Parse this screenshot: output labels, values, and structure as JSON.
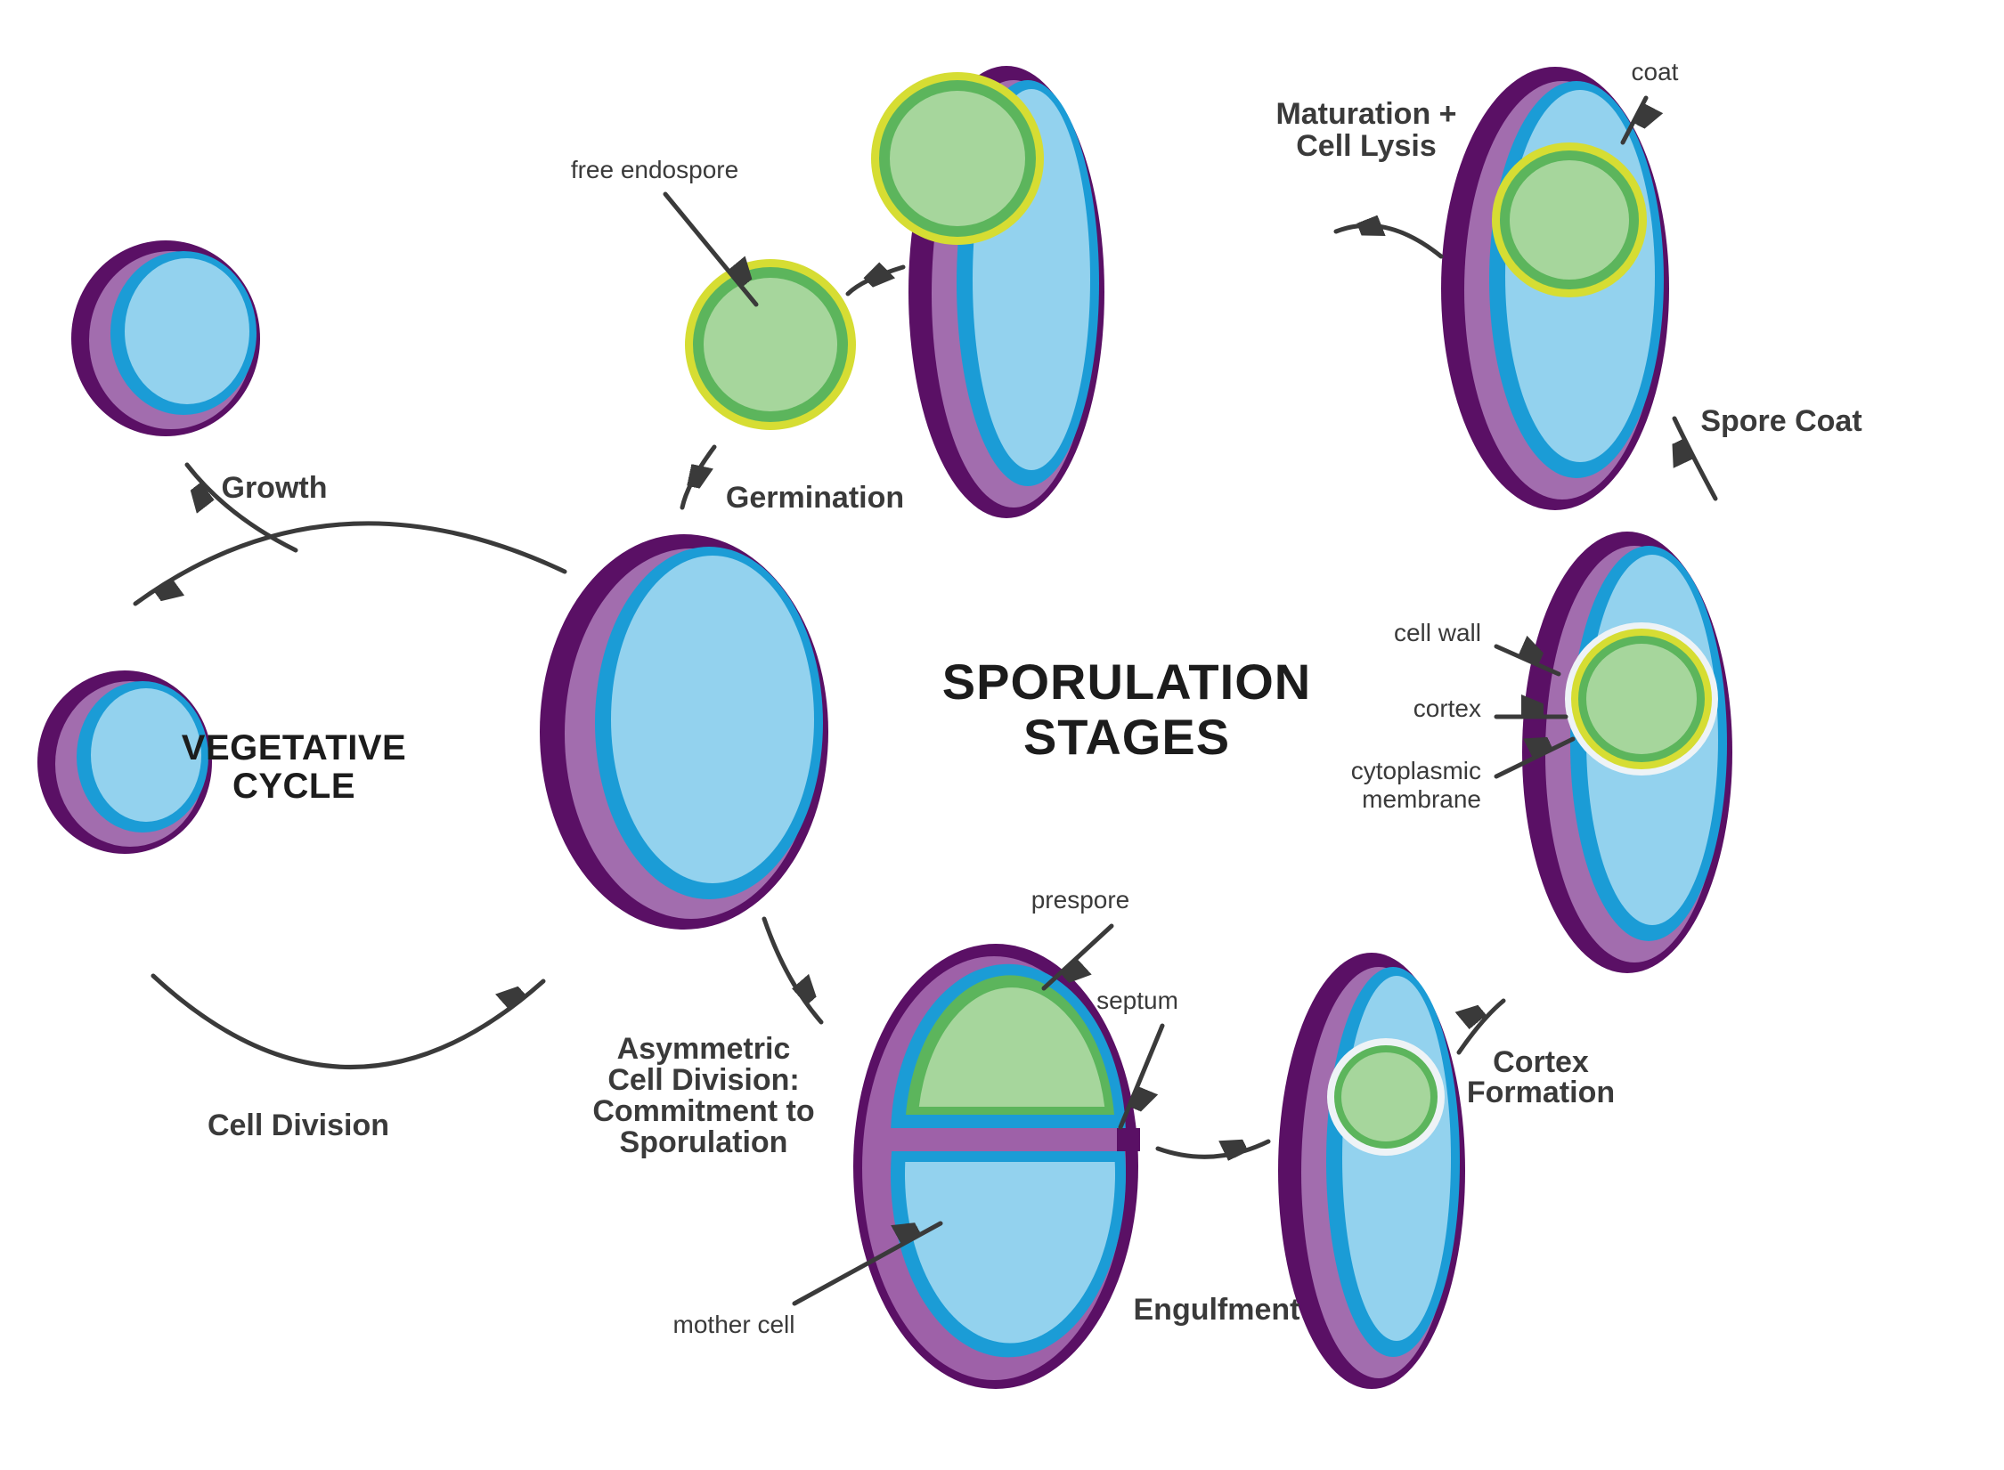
{
  "title": {
    "line1": "SPORULATION",
    "line2": "STAGES"
  },
  "vegetative_cycle": {
    "label_line1": "VEGETATIVE",
    "label_line2": "CYCLE",
    "growth_label": "Growth",
    "cell_division_label": "Cell Division"
  },
  "sporulation_stages": {
    "asymmetric_line1": "Asymmetric",
    "asymmetric_line2": "Cell Division:",
    "asymmetric_line3": "Commitment to",
    "asymmetric_line4": "Sporulation",
    "engulfment_label": "Engulfment",
    "cortex_line1": "Cortex",
    "cortex_line2": "Formation",
    "spore_coat_label": "Spore Coat",
    "maturation_line1": "Maturation +",
    "maturation_line2": "Cell Lysis",
    "germination_label": "Germination"
  },
  "annotations": {
    "free_endospore": "free endospore",
    "coat": "coat",
    "cell_wall": "cell wall",
    "cortex": "cortex",
    "cytoplasmic_line1": "cytoplasmic",
    "cytoplasmic_line2": "membrane",
    "prespore": "prespore",
    "septum": "septum",
    "mother_cell": "mother cell"
  },
  "icons": [
    "arrow-growth-icon",
    "arrow-vegetative-cycle-icon",
    "arrow-cell-division-icon",
    "arrow-free-endospore-icon",
    "arrow-germination-icon",
    "arrow-release-endospore-icon",
    "arrow-maturation-to-lysis-icon",
    "arrow-coat-icon",
    "arrow-spore-coat-icon",
    "arrow-cell-wall-icon",
    "arrow-cortex-icon",
    "arrow-cytoplasmic-membrane-icon",
    "arrow-prespore-icon",
    "arrow-septum-icon",
    "arrow-mother-cell-icon",
    "arrow-to-asymmetric-division-icon",
    "arrow-engulfment-icon",
    "arrow-cortex-formation-icon"
  ],
  "colors": {
    "background": "#ffffff",
    "cell_outline_dark_purple": "#5a1065",
    "cell_wall_purple": "#a26dae",
    "septum_purple": "#9e61a8",
    "membrane_blue": "#1b9cd6",
    "cytoplasm_light_blue": "#93d2ee",
    "spore_core_green": "#a6d69c",
    "spore_ring_green": "#5cb55c",
    "spore_coat_yellow": "#d6dd33",
    "spore_ring_white": "#eef3f6",
    "arrow_and_text": "#3a3a3a",
    "title_text": "#1c1c1c"
  }
}
